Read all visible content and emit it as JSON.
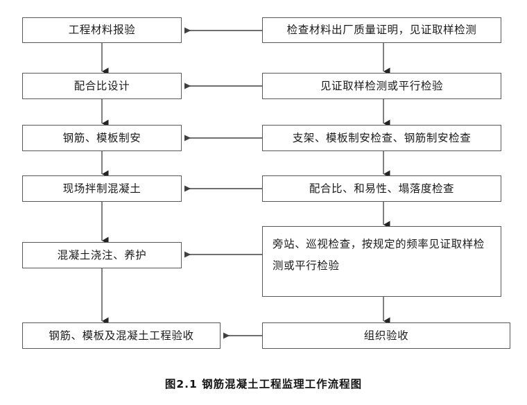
{
  "figure": {
    "caption": "图2.1  钢筋混凝土工程监理工作流程图",
    "caption_label": "图2.1",
    "caption_title": "钢筋混凝土工程监理工作流程图"
  },
  "chart_data": {
    "type": "diagram",
    "title": "图2.1  钢筋混凝土工程监理工作流程图",
    "orientation": "two-column vertical flow, right column feeds left column",
    "nodes": [
      {
        "id": "L1",
        "column": "left",
        "row": 1,
        "label": "工程材料报验"
      },
      {
        "id": "R1",
        "column": "right",
        "row": 1,
        "label": "检查材料出厂质量证明，见证取样检测"
      },
      {
        "id": "L2",
        "column": "left",
        "row": 2,
        "label": "配合比设计"
      },
      {
        "id": "R2",
        "column": "right",
        "row": 2,
        "label": "见证取样检测或平行检验"
      },
      {
        "id": "L3",
        "column": "left",
        "row": 3,
        "label": "钢筋、模板制安"
      },
      {
        "id": "R3",
        "column": "right",
        "row": 3,
        "label": "支架、模板制安检查、钢筋制安检查"
      },
      {
        "id": "L4",
        "column": "left",
        "row": 4,
        "label": "现场拌制混凝土"
      },
      {
        "id": "R4",
        "column": "right",
        "row": 4,
        "label": "配合比、和易性、塌落度检查"
      },
      {
        "id": "L5",
        "column": "left",
        "row": 5,
        "label": "混凝土浇注、养护"
      },
      {
        "id": "R5",
        "column": "right",
        "row": 5,
        "label": "旁站、巡视检查，按规定的频率见证取样检测或平行检验"
      },
      {
        "id": "L6",
        "column": "left",
        "row": 6,
        "label": "钢筋、模板及混凝土工程验收"
      },
      {
        "id": "R6",
        "column": "right",
        "row": 6,
        "label": "组织验收"
      }
    ],
    "edges": [
      {
        "from": "R1",
        "to": "L1",
        "direction": "left"
      },
      {
        "from": "R2",
        "to": "L2",
        "direction": "left"
      },
      {
        "from": "R3",
        "to": "L3",
        "direction": "left"
      },
      {
        "from": "R4",
        "to": "L4",
        "direction": "left"
      },
      {
        "from": "R5",
        "to": "L5",
        "direction": "left"
      },
      {
        "from": "R6",
        "to": "L6",
        "direction": "left"
      },
      {
        "from": "L1",
        "to": "L2",
        "direction": "down"
      },
      {
        "from": "L2",
        "to": "L3",
        "direction": "down"
      },
      {
        "from": "L3",
        "to": "L4",
        "direction": "down"
      },
      {
        "from": "L4",
        "to": "L5",
        "direction": "down"
      },
      {
        "from": "L5",
        "to": "L6",
        "direction": "down"
      },
      {
        "from": "R1",
        "to": "R2",
        "direction": "down"
      },
      {
        "from": "R2",
        "to": "R3",
        "direction": "down"
      },
      {
        "from": "R3",
        "to": "R4",
        "direction": "down"
      },
      {
        "from": "R4",
        "to": "R5",
        "direction": "down"
      },
      {
        "from": "R5",
        "to": "R6",
        "direction": "down"
      }
    ],
    "colors": {
      "box_border": "#58585a",
      "box_fill": "#ffffff",
      "arrow": "#4a4a4c",
      "text": "#1a1a1a",
      "background": "#ffffff"
    }
  },
  "nodes": {
    "l1": "工程材料报验",
    "r1": "检查材料出厂质量证明，见证取样检测",
    "l2": "配合比设计",
    "r2": "见证取样检测或平行检验",
    "l3": "钢筋、模板制安",
    "r3": "支架、模板制安检查、钢筋制安检查",
    "l4": "现场拌制混凝土",
    "r4": "配合比、和易性、塌落度检查",
    "l5": "混凝土浇注、养护",
    "r5": "旁站、巡视检查，按规定的频率见证取样检测或平行检验",
    "l6": "钢筋、模板及混凝土工程验收",
    "r6": "组织验收"
  }
}
